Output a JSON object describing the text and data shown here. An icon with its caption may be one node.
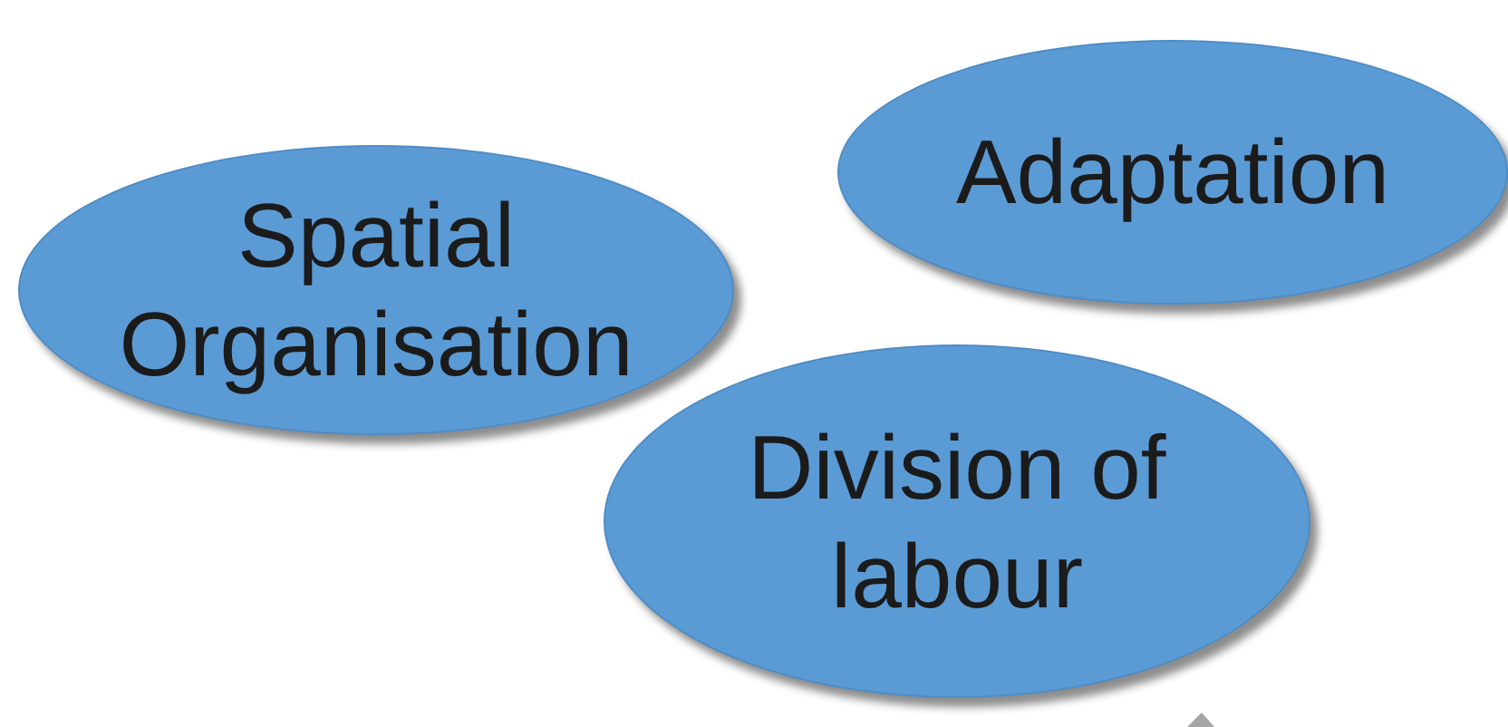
{
  "diagram": {
    "nodes": [
      {
        "text": [
          "Spatial Organisation"
        ]
      },
      {
        "text": [
          "Adaptation"
        ]
      },
      {
        "text": [
          "Division of labour"
        ]
      }
    ]
  }
}
